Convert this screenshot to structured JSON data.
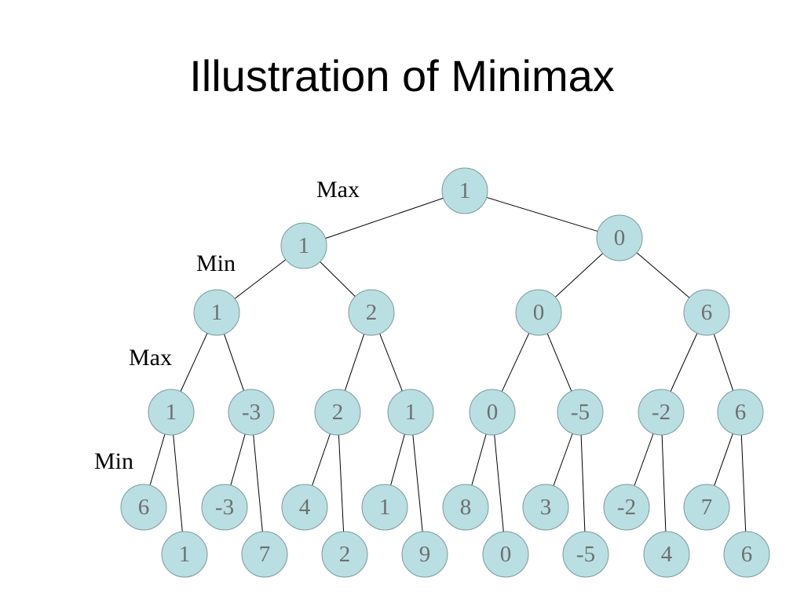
{
  "title": "Illustration of Minimax",
  "level_labels": [
    "Max",
    "Min",
    "Max",
    "Min"
  ],
  "colors": {
    "node_fill": "#b9dfe2",
    "node_stroke": "#7a9a9c",
    "node_text": "#6f6f6f",
    "edge": "#000000"
  },
  "tree": {
    "v": "1",
    "c": [
      {
        "v": "1",
        "c": [
          {
            "v": "1",
            "c": [
              {
                "v": "1",
                "c": [
                  {
                    "v": "6"
                  },
                  {
                    "v": "1"
                  }
                ]
              },
              {
                "v": "-3",
                "c": [
                  {
                    "v": "-3"
                  },
                  {
                    "v": "7"
                  }
                ]
              }
            ]
          },
          {
            "v": "2",
            "c": [
              {
                "v": "2",
                "c": [
                  {
                    "v": "4"
                  },
                  {
                    "v": "2"
                  }
                ]
              },
              {
                "v": "1",
                "c": [
                  {
                    "v": "1"
                  },
                  {
                    "v": "9"
                  }
                ]
              }
            ]
          }
        ]
      },
      {
        "v": "0",
        "c": [
          {
            "v": "0",
            "c": [
              {
                "v": "0",
                "c": [
                  {
                    "v": "8"
                  },
                  {
                    "v": "0"
                  }
                ]
              },
              {
                "v": "-5",
                "c": [
                  {
                    "v": "3"
                  },
                  {
                    "v": "-5"
                  }
                ]
              }
            ]
          },
          {
            "v": "6",
            "c": [
              {
                "v": "-2",
                "c": [
                  {
                    "v": "-2"
                  },
                  {
                    "v": "4"
                  }
                ]
              },
              {
                "v": "6",
                "c": [
                  {
                    "v": "7"
                  },
                  {
                    "v": "6"
                  }
                ]
              }
            ]
          }
        ]
      }
    ]
  }
}
